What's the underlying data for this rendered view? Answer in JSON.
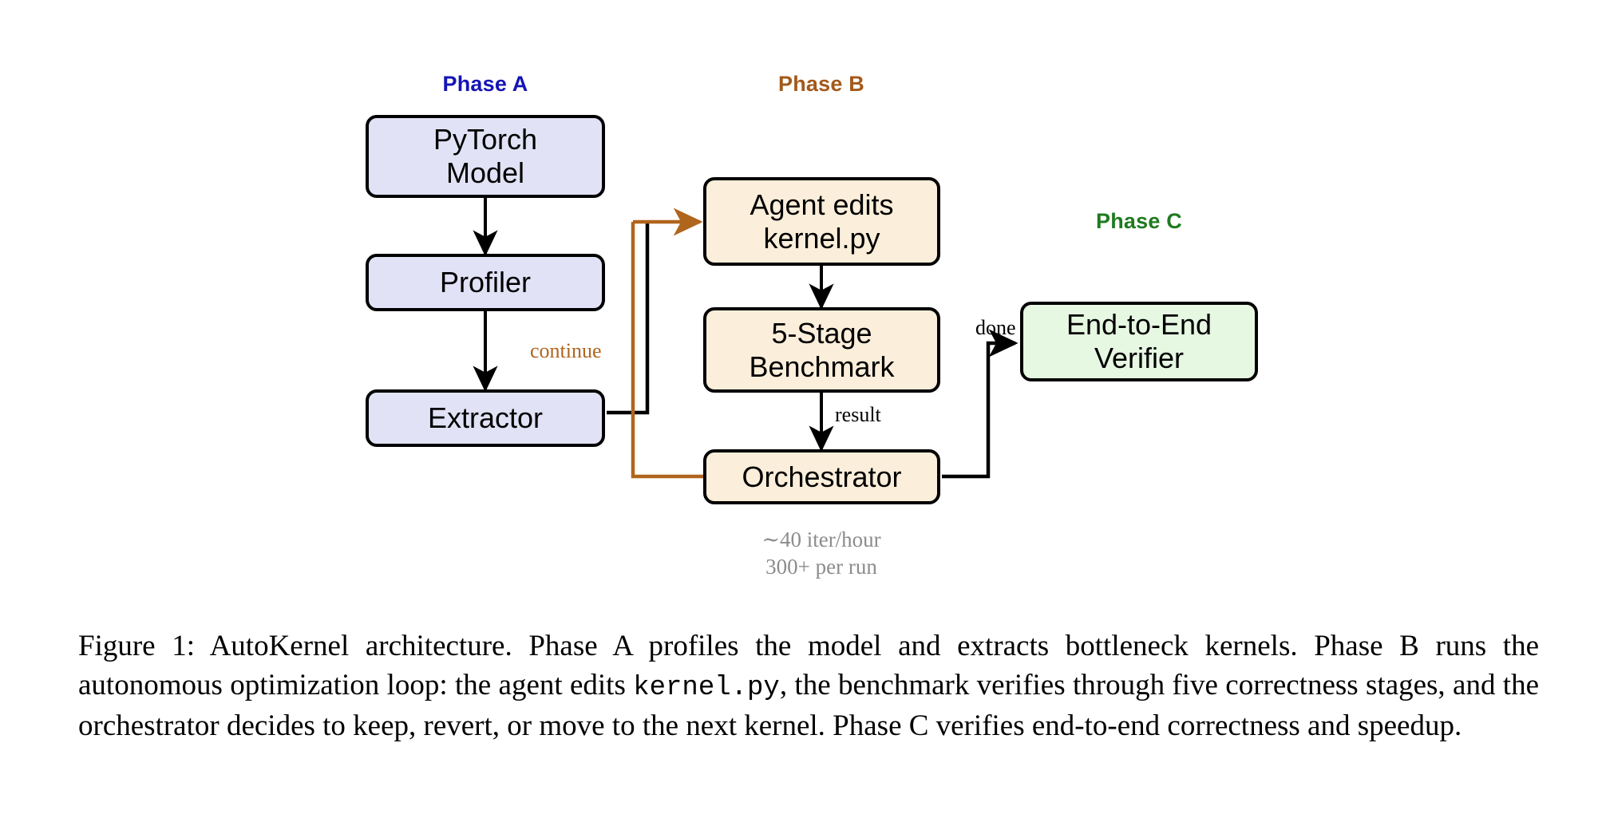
{
  "figure": {
    "phases": [
      {
        "id": "A",
        "label": "Phase A",
        "color": "#1414b4"
      },
      {
        "id": "B",
        "label": "Phase B",
        "color": "#a3591a"
      },
      {
        "id": "C",
        "label": "Phase C",
        "color": "#1f7a1f"
      }
    ],
    "nodes": [
      {
        "id": "pytorch-model",
        "label": "PyTorch\nModel",
        "phase": "A",
        "fill": "#e2e2f6"
      },
      {
        "id": "profiler",
        "label": "Profiler",
        "phase": "A",
        "fill": "#e2e2f6"
      },
      {
        "id": "extractor",
        "label": "Extractor",
        "phase": "A",
        "fill": "#e2e2f6"
      },
      {
        "id": "agent-edits",
        "label": "Agent edits\nkernel.py",
        "phase": "B",
        "fill": "#fbeeda"
      },
      {
        "id": "benchmark",
        "label": "5-Stage\nBenchmark",
        "phase": "B",
        "fill": "#fbeeda"
      },
      {
        "id": "orchestrator",
        "label": "Orchestrator",
        "phase": "B",
        "fill": "#fbeeda"
      },
      {
        "id": "verifier",
        "label": "End-to-End\nVerifier",
        "phase": "C",
        "fill": "#e6f7e2"
      }
    ],
    "edge_labels": [
      {
        "id": "continue",
        "text": "continue",
        "color": "#b0651d"
      },
      {
        "id": "result",
        "text": "result",
        "color": "#000000"
      },
      {
        "id": "done",
        "text": "done",
        "color": "#000000"
      }
    ],
    "throughput_note": "∼40 iter/hour\n300+ per run"
  },
  "caption": {
    "prefix": "Figure 1:",
    "part1": " AutoKernel architecture.  Phase A profiles the model and extracts bottleneck kernels. Phase B runs the autonomous optimization loop: the agent edits ",
    "mono": "kernel.py",
    "part2": ", the benchmark verifies through five correctness stages, and the orchestrator decides to keep, revert, or move to the next kernel. Phase C verifies end-to-end correctness and speedup."
  }
}
